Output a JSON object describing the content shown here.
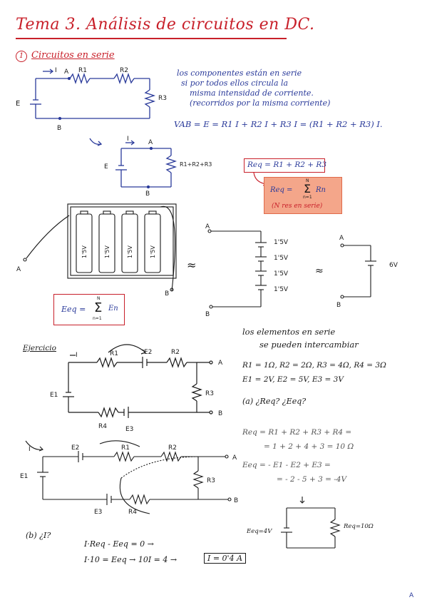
{
  "title": "Tema 3. Análisis de circuitos en DC.",
  "section1": {
    "number": "1",
    "heading": "Circuitos en serie"
  },
  "circuit1": {
    "labels": {
      "I": "I",
      "A": "A",
      "R1": "R1",
      "R2": "R2",
      "R3": "R3",
      "E": "E",
      "B": "B"
    }
  },
  "serie_description": {
    "line1": "los componentes están en serie",
    "line2": "si por todos ellos circula la",
    "line3": "misma intensidad de corriente.",
    "line4": "(recorridos por la misma corriente)"
  },
  "vab_equation": "VAB = E = R1 I + R2 I + R3 I = (R1 + R2 + R3) I.",
  "circuit2": {
    "I": "I",
    "A": "A",
    "E": "E",
    "B": "B",
    "Req_label": "R1+R2+R3"
  },
  "req_box": "Req = R1 + R2 + R3",
  "req_sum_box": {
    "lhs": "Req =",
    "sum_top": "N",
    "sum_bottom": "n=1",
    "term": "Rn",
    "note": "(N res en serie)"
  },
  "batteries": {
    "cells": [
      "1'5V",
      "1'5V",
      "1'5V",
      "1'5V"
    ],
    "A": "A",
    "B": "B",
    "approx1": "≈",
    "approx2": "≈",
    "stack_labels": [
      "1'5V",
      "1'5V",
      "1'5V",
      "1'5V"
    ],
    "total": "6V",
    "stack_A": "A",
    "stack_B": "B",
    "simple_A": "A",
    "simple_B": "B"
  },
  "eeq_box": {
    "lhs": "Eeq =",
    "sum_top": "N",
    "sum_bottom": "n=1",
    "term": "En"
  },
  "serie_elements": {
    "line1": "los elementos en serie",
    "line2": "se pueden intercambiar"
  },
  "ejercicio": {
    "heading": "Ejercicio",
    "labels": {
      "I": "I",
      "R1": "R1",
      "E2": "E2",
      "R2": "R2",
      "A": "A",
      "E1": "E1",
      "R3": "R3",
      "R4": "R4",
      "E3": "E3",
      "B": "B"
    },
    "values": {
      "line1": "R1 = 1Ω, R2 = 2Ω, R3 = 4Ω, R4 = 3Ω",
      "line2": "E1 = 2V, E2 = 5V, E3 = 3V"
    },
    "question_a": "(a) ¿Req? ¿Eeq?",
    "circuit2_labels": {
      "I": "I",
      "E2": "E2",
      "R1": "R1",
      "R2": "R2",
      "A": "A",
      "E1": "E1",
      "R3": "R3",
      "E3": "E3",
      "R4": "R4",
      "B": "B"
    },
    "solution": {
      "req1": "Req = R1 + R2 + R3 + R4 =",
      "req2": "= 1 + 2 + 4 + 3 = 10 Ω",
      "eeq1": "Eeq = - E1 - E2 + E3 =",
      "eeq2": "= - 2 - 5 + 3 = -4V"
    },
    "final_circuit": {
      "eeq": "Eeq=4V",
      "req": "Req=10Ω"
    },
    "question_b": "(b) ¿I?",
    "eq_b1": "I·Req - Eeq = 0 →",
    "eq_b2": "I·10 = Eeq → 10I = 4 →",
    "answer": "I = 0'4 A"
  },
  "page_number": "A"
}
